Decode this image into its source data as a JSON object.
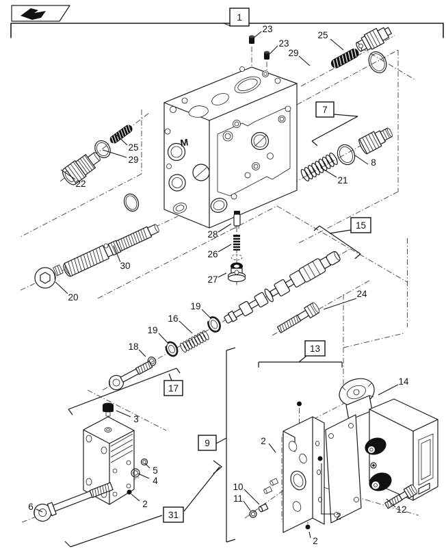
{
  "diagram": {
    "type": "exploded-parts-diagram",
    "colors": {
      "ink": "#1a1a1a",
      "background": "#ffffff"
    },
    "labels": {
      "boxed": [
        "1",
        "7",
        "15",
        "13",
        "9",
        "17",
        "31"
      ],
      "plain": [
        "23",
        "23",
        "29",
        "25",
        "8",
        "21",
        "22",
        "25",
        "29",
        "30",
        "20",
        "28",
        "26",
        "27",
        "24",
        "19",
        "16",
        "19",
        "18",
        "3",
        "5",
        "4",
        "2",
        "6",
        "14",
        "2",
        "10",
        "11",
        "12",
        "2",
        "2"
      ],
      "marking": "M"
    }
  }
}
